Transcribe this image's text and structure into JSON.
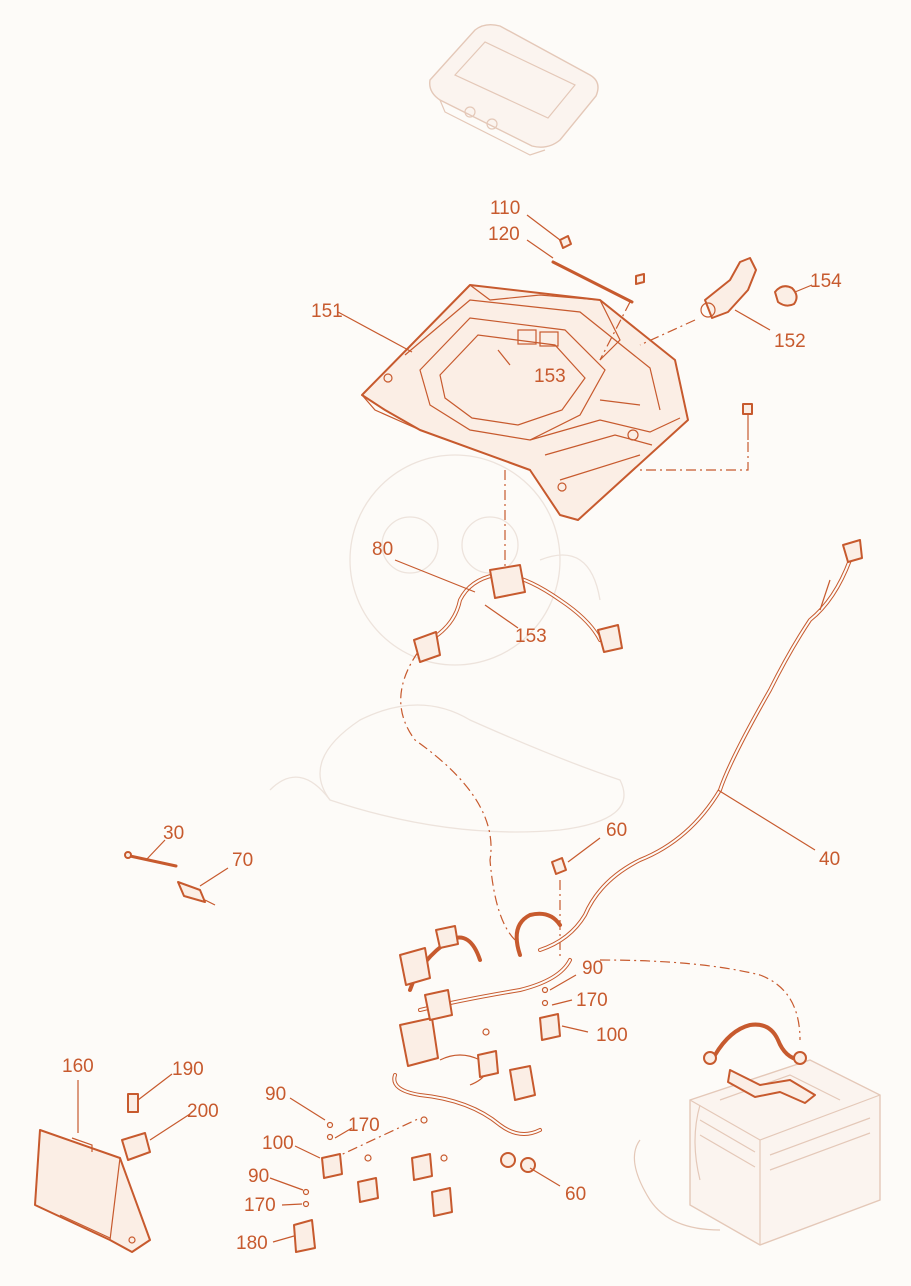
{
  "figure": {
    "callouts": [
      {
        "id": "c110",
        "text": "110"
      },
      {
        "id": "c120",
        "text": "120"
      },
      {
        "id": "c151",
        "text": "151"
      },
      {
        "id": "c154",
        "text": "154"
      },
      {
        "id": "c152",
        "text": "152"
      },
      {
        "id": "c153a",
        "text": "153"
      },
      {
        "id": "c80",
        "text": "80"
      },
      {
        "id": "c153b",
        "text": "153"
      },
      {
        "id": "c30",
        "text": "30"
      },
      {
        "id": "c70",
        "text": "70"
      },
      {
        "id": "c60a",
        "text": "60"
      },
      {
        "id": "c40",
        "text": "40"
      },
      {
        "id": "c90a",
        "text": "90"
      },
      {
        "id": "c170a",
        "text": "170"
      },
      {
        "id": "c100a",
        "text": "100"
      },
      {
        "id": "c160",
        "text": "160"
      },
      {
        "id": "c190",
        "text": "190"
      },
      {
        "id": "c200",
        "text": "200"
      },
      {
        "id": "c90b",
        "text": "90"
      },
      {
        "id": "c170b",
        "text": "170"
      },
      {
        "id": "c100b",
        "text": "100"
      },
      {
        "id": "c90c",
        "text": "90"
      },
      {
        "id": "c170c",
        "text": "170"
      },
      {
        "id": "c180",
        "text": "180"
      },
      {
        "id": "c60b",
        "text": "60"
      }
    ]
  },
  "colors": {
    "accent": "#c75a2e",
    "ghost": "#e4c8b8",
    "background": "#fdfbf8"
  }
}
